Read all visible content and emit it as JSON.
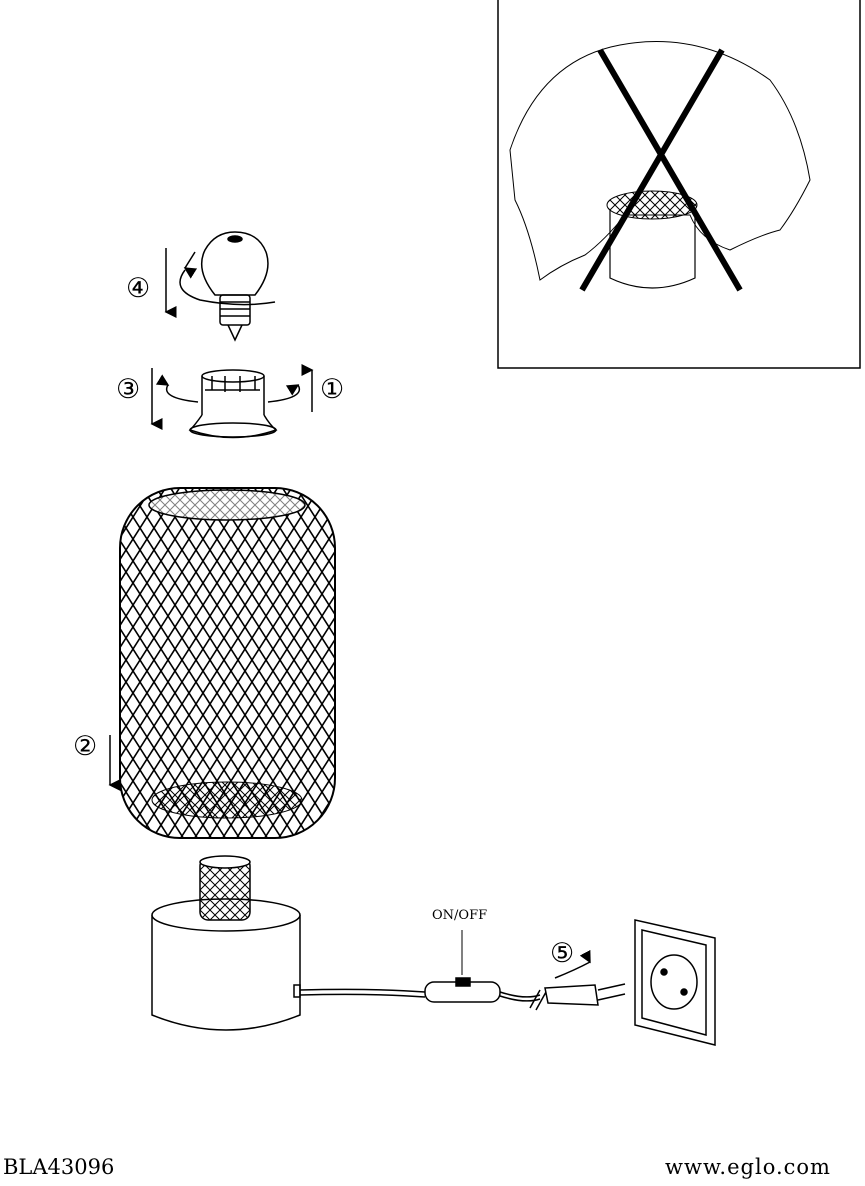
{
  "steps": {
    "step1": "①",
    "step2": "②",
    "step3": "③",
    "step4": "④",
    "step5": "⑤"
  },
  "switch_label": "ON/OFF",
  "footer": {
    "model": "BLA43096",
    "website": "www.eglo.com"
  },
  "colors": {
    "line": "#000000",
    "background": "#ffffff"
  }
}
